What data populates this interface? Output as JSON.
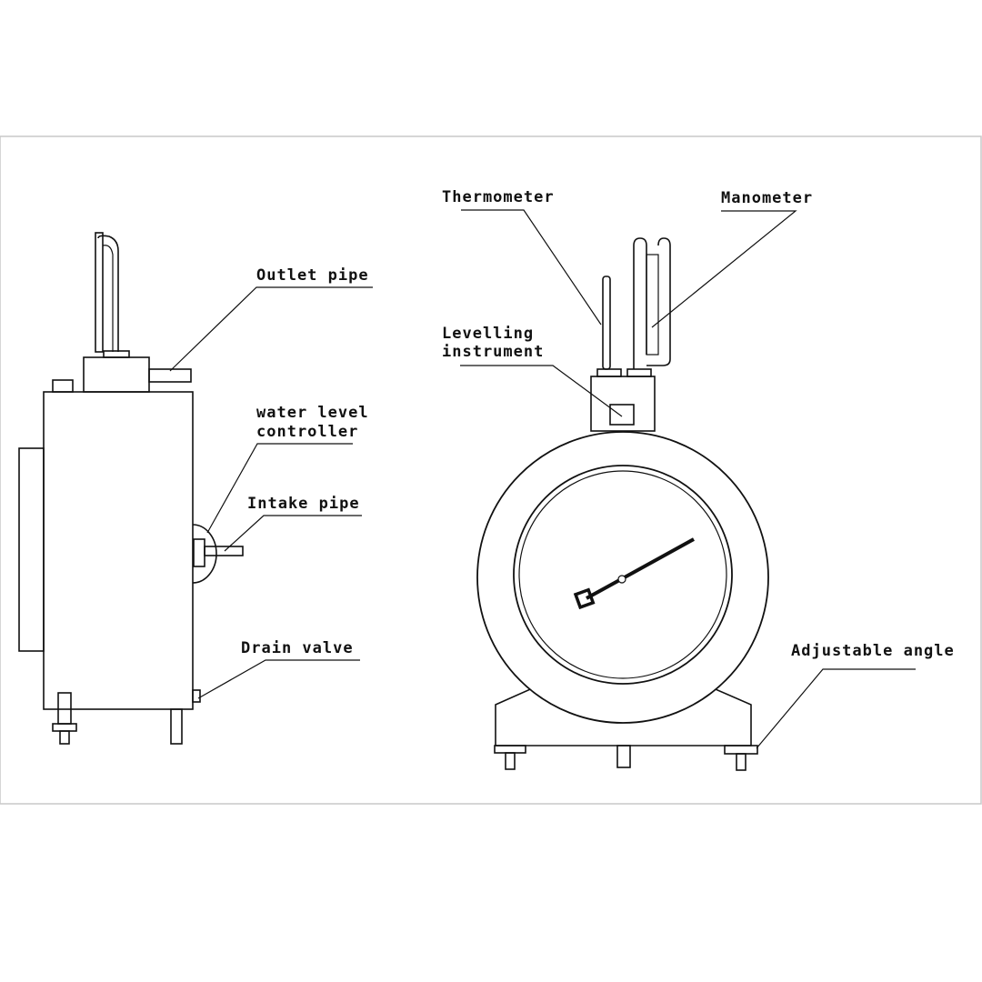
{
  "labels": {
    "outlet_pipe": "Outlet pipe",
    "water_level_controller_line1": "water level",
    "water_level_controller_line2": "controller",
    "intake_pipe": "Intake pipe",
    "drain_valve": "Drain valve",
    "thermometer": "Thermometer",
    "manometer": "Manometer",
    "levelling_instrument_line1": "Levelling",
    "levelling_instrument_line2": "instrument",
    "adjustable_angle": "Adjustable angle"
  },
  "colors": {
    "line": "#111111",
    "background": "#ffffff",
    "panel_border": "#c8c8c8"
  }
}
